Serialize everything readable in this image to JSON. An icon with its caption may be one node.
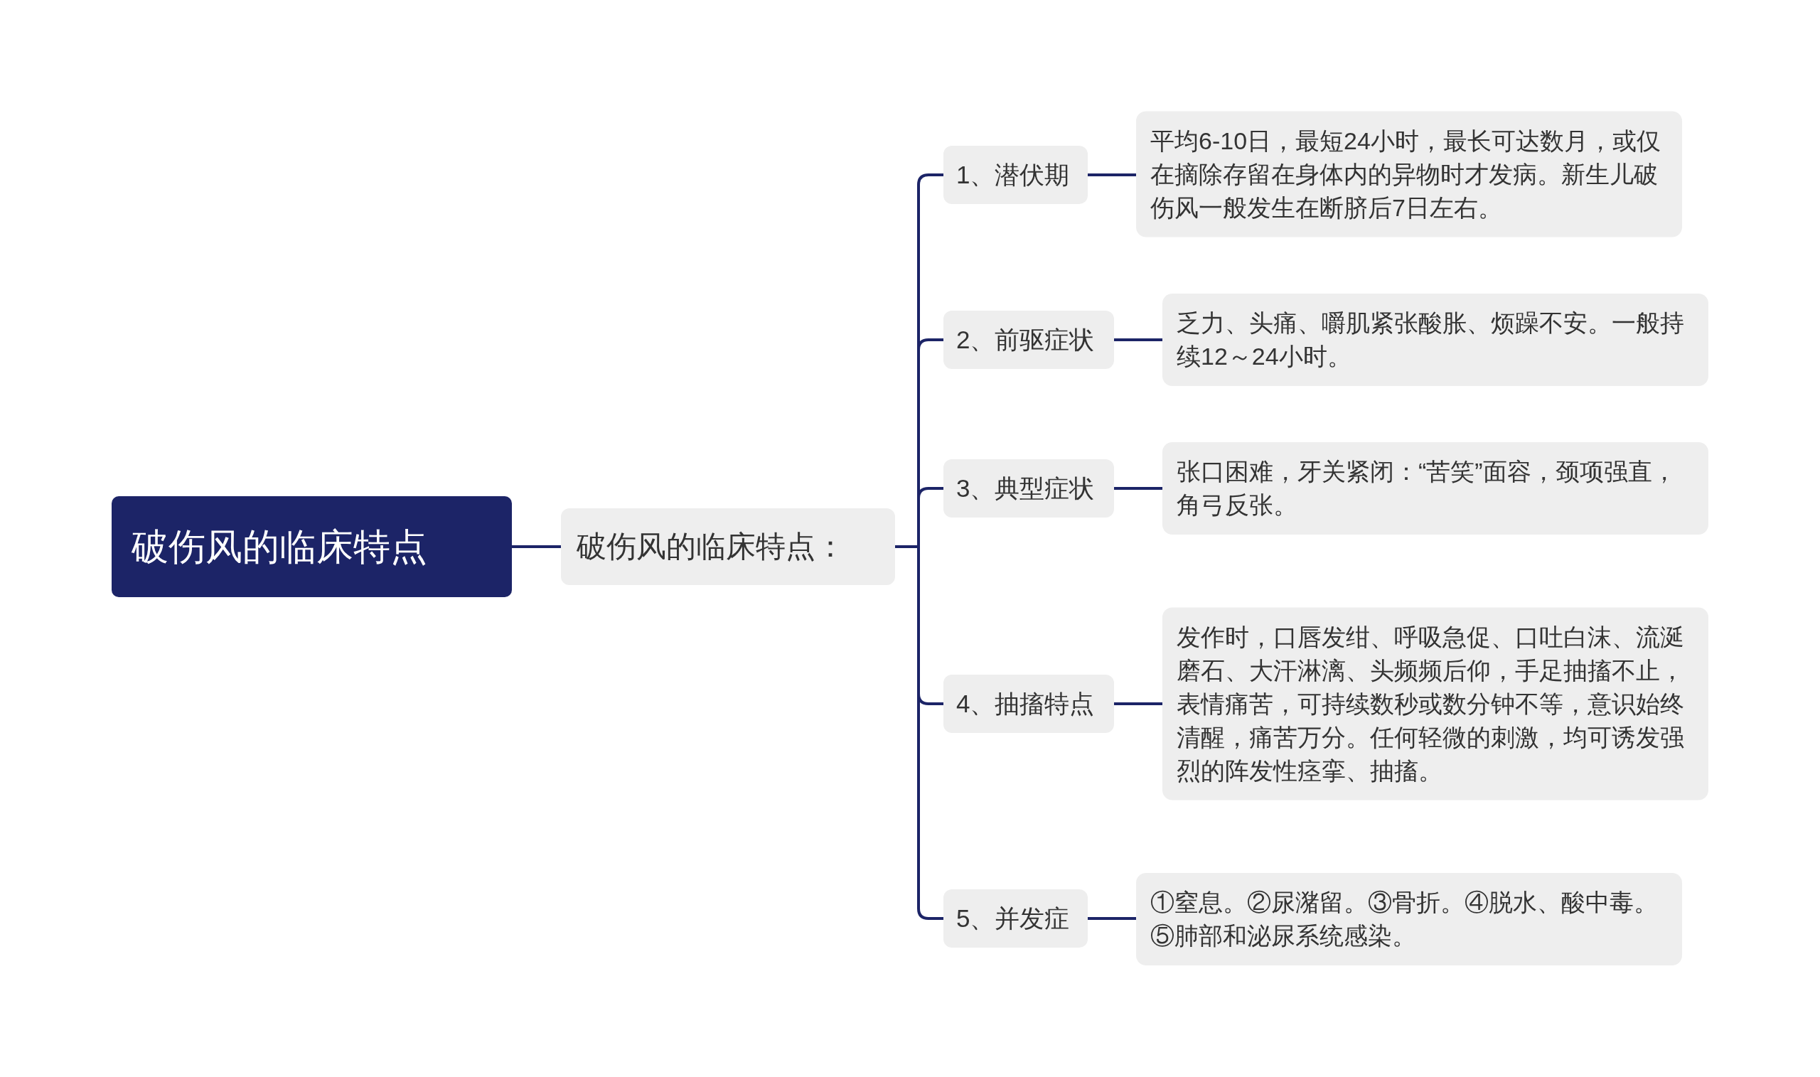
{
  "diagram": {
    "nodes": [
      {
        "text": [
          "破伤风的临床特点"
        ]
      },
      {
        "text": [
          "破伤风的临床特点："
        ]
      },
      {
        "text": [
          "1、潜伏期"
        ]
      },
      {
        "text": [
          "平均6-10日，最短24小时，最长可达数月，或仅在摘除存留在身体内的异物时才发病。新生儿破伤风一般发生在断脐后7日左右。"
        ]
      },
      {
        "text": [
          "2、前驱症状"
        ]
      },
      {
        "text": [
          "乏力、头痛、嚼肌紧张酸胀、烦躁不安。一般持续12～24小时。"
        ]
      },
      {
        "text": [
          "3、典型症状"
        ]
      },
      {
        "text": [
          "张口困难，牙关紧闭：“苦笑”面容，颈项强直，角弓反张。"
        ]
      },
      {
        "text": [
          "4、抽搐特点"
        ]
      },
      {
        "text": [
          "发作时，口唇发绀、呼吸急促、口吐白沫、流涎磨石、大汗淋漓、头频频后仰，手足抽搐不止，表情痛苦，可持续数秒或数分钟不等，意识始终清醒，痛苦万分。任何轻微的刺激，均可诱发强烈的阵发性痉挛、抽搐。"
        ]
      },
      {
        "text": [
          "5、并发症"
        ]
      },
      {
        "text": [
          "①窒息。②尿潴留。③骨折。④脱水、酸中毒。⑤肺部和泌尿系统感染。"
        ]
      }
    ],
    "edges": [
      {
        "from": 0,
        "to": 1,
        "arrow": "none"
      },
      {
        "from": 1,
        "to": 2,
        "arrow": "none"
      },
      {
        "from": 1,
        "to": 4,
        "arrow": "none"
      },
      {
        "from": 1,
        "to": 6,
        "arrow": "none"
      },
      {
        "from": 1,
        "to": 8,
        "arrow": "none"
      },
      {
        "from": 1,
        "to": 10,
        "arrow": "none"
      },
      {
        "from": 2,
        "to": 3,
        "arrow": "none"
      },
      {
        "from": 4,
        "to": 5,
        "arrow": "none"
      },
      {
        "from": 6,
        "to": 7,
        "arrow": "none"
      },
      {
        "from": 8,
        "to": 9,
        "arrow": "none"
      },
      {
        "from": 10,
        "to": 11,
        "arrow": "none"
      }
    ]
  }
}
